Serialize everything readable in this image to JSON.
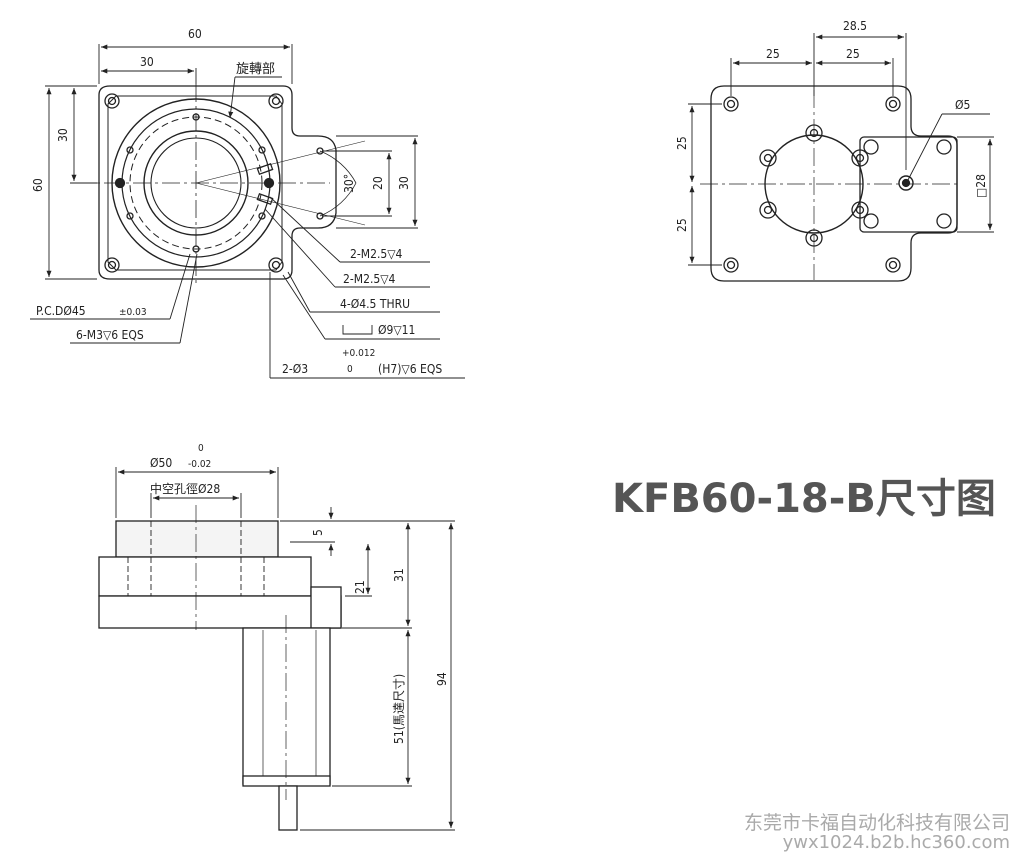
{
  "title": "KFB60-18-B尺寸图",
  "watermark": {
    "company": "东莞市卡福自动化科技有限公司",
    "url": "ywx1024.b2b.hc360.com"
  },
  "top_view": {
    "dim_width": "60",
    "dim_half": "30",
    "dim_height": "60",
    "dim_height_half": "30",
    "rotating_label": "旋轉部",
    "angle": "30°",
    "dim_20": "20",
    "dim_30": "30",
    "callouts": {
      "m25_a": "2-M2.5▽4",
      "m25_b": "2-M2.5▽4",
      "thru": "4-Ø4.5 THRU",
      "cbore": "Ø9▽11",
      "pcd": "P.C.DØ45",
      "pcd_tol": "±0.03",
      "m3": "6-M3▽6 EQS",
      "pin": "2-Ø3",
      "pin_tol_upper": "+0.012",
      "pin_tol_lower": "0",
      "pin_fit": "(H7)▽6 EQS"
    }
  },
  "side_top_view": {
    "dim_285": "28.5",
    "dim_25_left": "25",
    "dim_25_right": "25",
    "dim_25_top": "25",
    "dim_25_bottom": "25",
    "shaft": "Ø5",
    "motor_square": "□28"
  },
  "front_view": {
    "outer_dia": "Ø50",
    "outer_tol_upper": "0",
    "outer_tol_lower": "-0.02",
    "hollow": "中空孔徑Ø28",
    "dim_5": "5",
    "dim_21": "21",
    "dim_31": "31",
    "dim_94": "94",
    "motor_len": "51(馬達尺寸)"
  }
}
